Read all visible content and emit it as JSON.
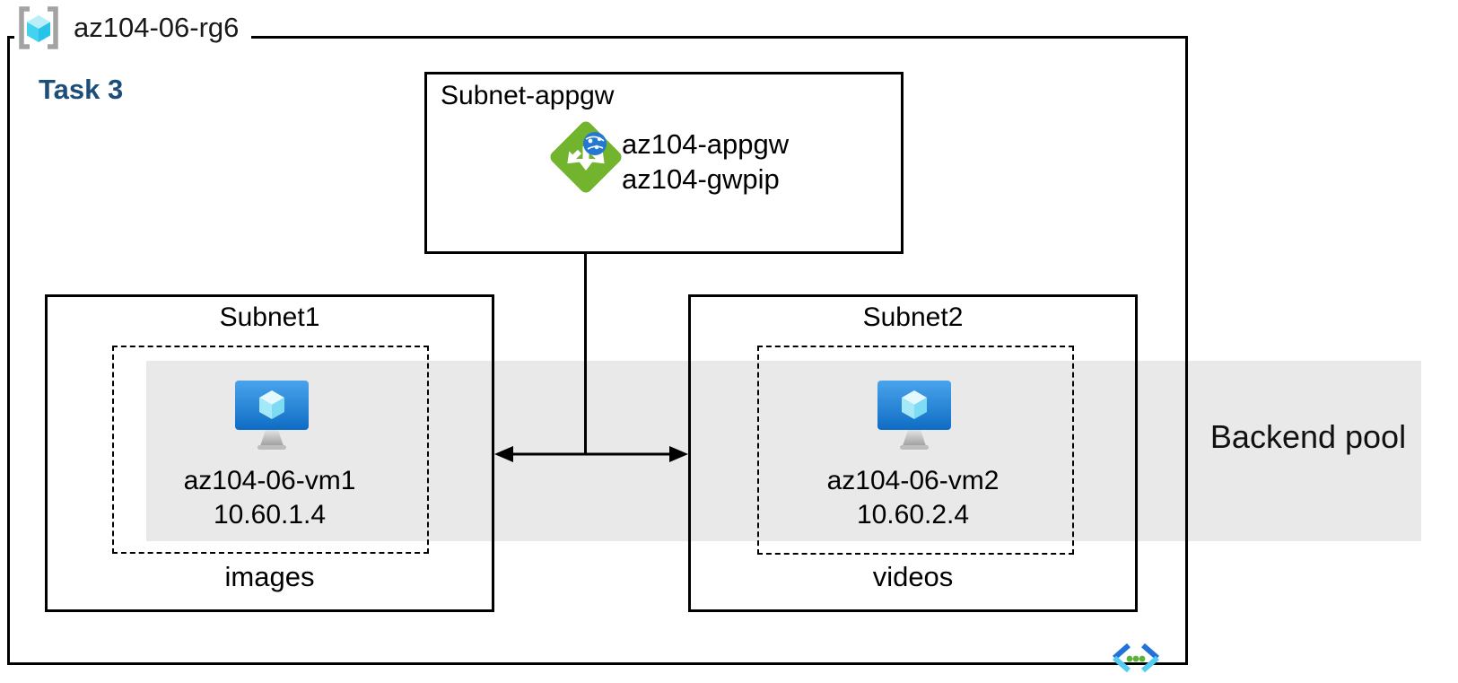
{
  "resource_group": {
    "name": "az104-06-rg6"
  },
  "task": {
    "label": "Task 3"
  },
  "appgw_subnet": {
    "title": "Subnet-appgw",
    "gateway_name": "az104-appgw",
    "public_ip_name": "az104-gwpip"
  },
  "subnet1": {
    "title": "Subnet1",
    "vm_name": "az104-06-vm1",
    "vm_ip": "10.60.1.4",
    "folder_label": "images"
  },
  "subnet2": {
    "title": "Subnet2",
    "vm_name": "az104-06-vm2",
    "vm_ip": "10.60.2.4",
    "folder_label": "videos"
  },
  "backend_pool": {
    "label": "Backend pool"
  },
  "icons": {
    "resource_group": "resource-group-icon (gray brackets with cyan cube)",
    "application_gateway": "application-gateway-icon (green diamond, white arrows, blue globe)",
    "virtual_machine": "virtual-machine-icon (blue monitor with cyan cube)",
    "virtual_network": "virtual-network-icon (blue chevrons with green dots)"
  },
  "colors": {
    "task_label": "#1d4e79",
    "backend_band": "#e9e9e9",
    "gateway_green": "#72b42d",
    "globe_blue": "#2478d4",
    "vm_blue_top": "#4aa4ec",
    "vm_blue_bottom": "#0e6cc4",
    "cube_cyan": "#50d8f0",
    "bracket_gray": "#a3a3a3",
    "vnet_dark_blue": "#2272d8",
    "vnet_cyan": "#55ccf2",
    "vnet_dot_green": "#5cb233",
    "line_black": "#000000"
  }
}
